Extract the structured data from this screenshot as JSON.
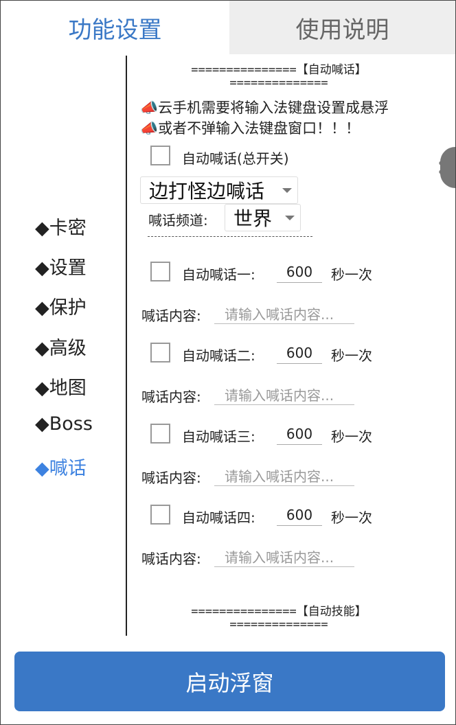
{
  "tabs": [
    "功能设置",
    "使用说明"
  ],
  "sidebar": [
    "◆卡密",
    "◆设置",
    "◆保护",
    "◆高级",
    "◆地图",
    "◆Boss",
    "◆喊话"
  ],
  "header_line1": "===============【自动喊话】",
  "header_line2": "==============",
  "notes": [
    "云手机需要将输入法键盘设置成悬浮",
    "或者不弹输入法键盘窗口！！！"
  ],
  "master_switch": "自动喊话(总开关)",
  "mode_select": "边打怪边喊话",
  "channel_label": "喊话频道:",
  "channel_select": "世界",
  "separator": "------------------------------------------",
  "shouts": [
    {
      "label": "自动喊话一:",
      "interval": "600",
      "unit": "秒一次",
      "content_label": "喊话内容:",
      "placeholder": "请输入喊话内容..."
    },
    {
      "label": "自动喊话二:",
      "interval": "600",
      "unit": "秒一次",
      "content_label": "喊话内容:",
      "placeholder": "请输入喊话内容..."
    },
    {
      "label": "自动喊话三:",
      "interval": "600",
      "unit": "秒一次",
      "content_label": "喊话内容:",
      "placeholder": "请输入喊话内容..."
    },
    {
      "label": "自动喊话四:",
      "interval": "600",
      "unit": "秒一次",
      "content_label": "喊话内容:",
      "placeholder": "请输入喊话内容..."
    }
  ],
  "footer_line1": "===============【自动技能】",
  "footer_line2": "==============",
  "start_button": "启动浮窗",
  "colors": {
    "accent": "#3a78c6",
    "active_sidebar": "#3d82e0"
  }
}
